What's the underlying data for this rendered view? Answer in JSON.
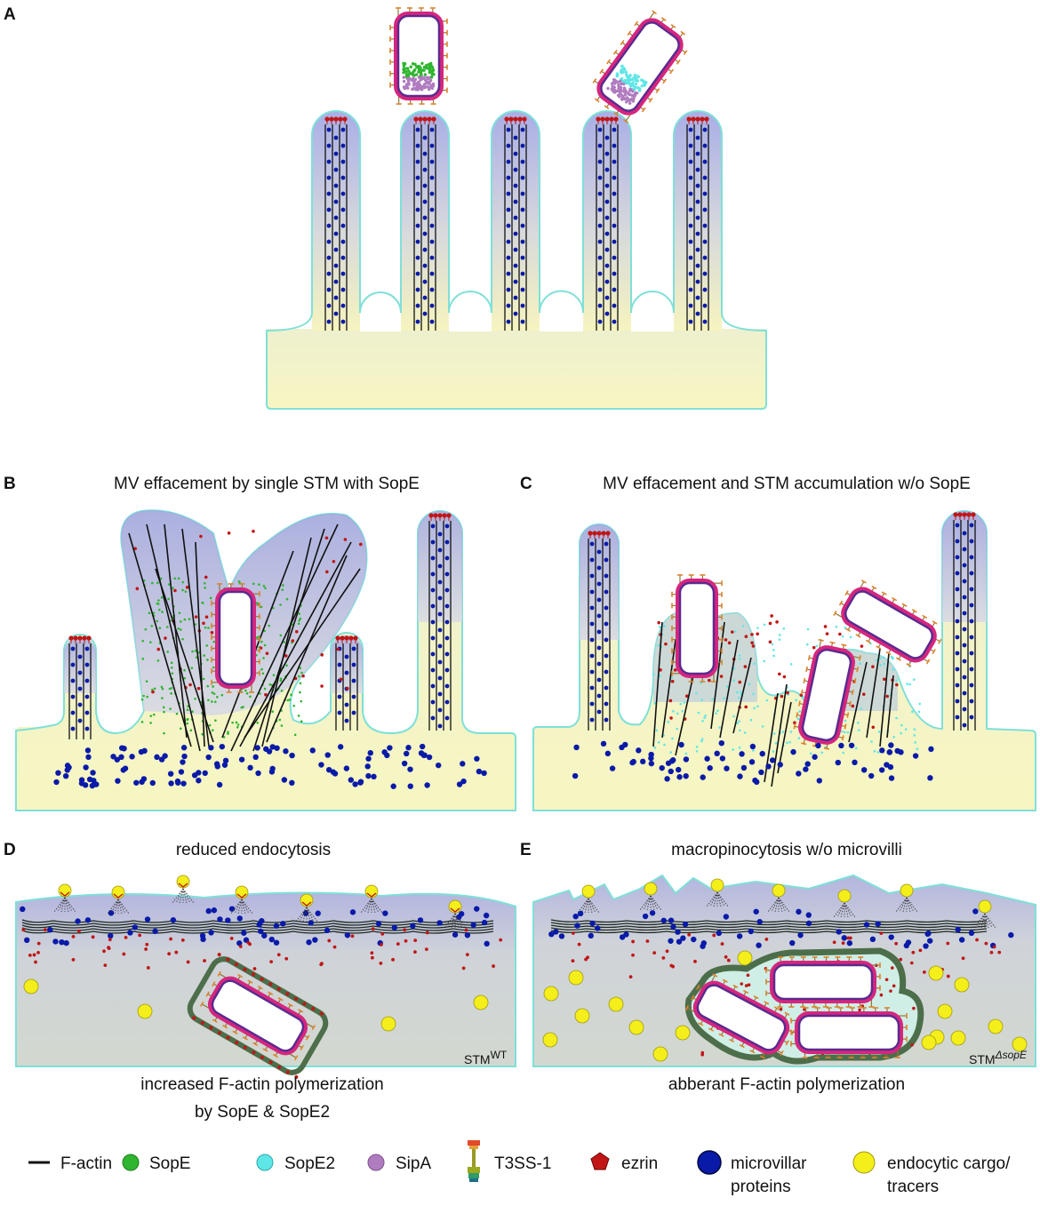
{
  "panels": {
    "a": {
      "label": "A"
    },
    "b": {
      "label": "B",
      "title": "MV effacement by single STM with SopE"
    },
    "c": {
      "label": "C",
      "title": "MV effacement and STM accumulation w/o SopE"
    },
    "d": {
      "label": "D",
      "title": "reduced endocytosis",
      "strain": "STM",
      "strain_sup": "WT",
      "caption_line1": "increased F-actin polymerization",
      "caption_line2": "by SopE & SopE2"
    },
    "e": {
      "label": "E",
      "title": "macropinocytosis w/o microvilli",
      "strain": "STM",
      "strain_sup": "ΔsopE",
      "caption_line1": "abberant F-actin polymerization"
    }
  },
  "legend": {
    "factin": "F-actin",
    "sope": "SopE",
    "sope2": "SopE2",
    "sipa": "SipA",
    "t3ss": "T3SS-1",
    "ezrin": "ezrin",
    "mvp_line1": "microvillar",
    "mvp_line2": "proteins",
    "cargo_line1": "endocytic cargo/",
    "cargo_line2": "tracers"
  },
  "colors": {
    "cytoplasm": "#f6f4bf",
    "microvillus_tip": "#a9aee6",
    "membrane": "#7fe0d8",
    "microvillar_protein": "#0a1aa8",
    "ezrin": "#c01616",
    "sope": "#2fb52f",
    "sope2": "#5fe6e6",
    "sipa": "#b07cc0",
    "cargo": "#f4ee1a",
    "f_actin": "#111111",
    "vacuole": "#4d6e4a"
  },
  "icons": {
    "t3ss": "t3ss-injectisome-icon",
    "ezrin": "pentagon-icon",
    "cargo": "yellow-circle-icon"
  }
}
